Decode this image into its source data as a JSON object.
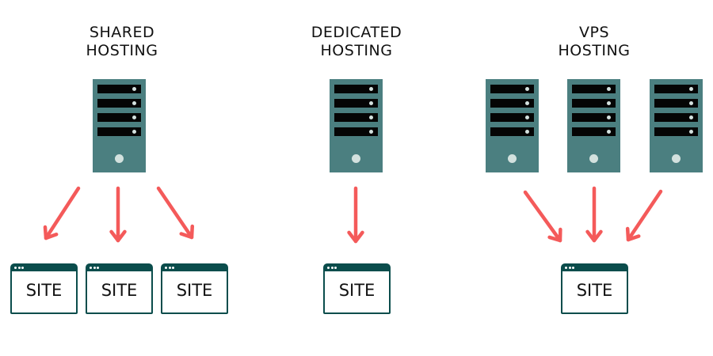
{
  "colors": {
    "server": "#4b7f80",
    "slot": "#050505",
    "led": "#d3e1de",
    "site_frame": "#0b4d4c",
    "arrow": "#f45a5a"
  },
  "columns": [
    {
      "id": "shared",
      "title": "SHARED\nHOSTING",
      "server_count": 1,
      "sites": [
        "SITE",
        "SITE",
        "SITE"
      ],
      "relationship": "one server to many sites"
    },
    {
      "id": "dedicated",
      "title": "DEDICATED\nHOSTING",
      "server_count": 1,
      "sites": [
        "SITE"
      ],
      "relationship": "one server to one site"
    },
    {
      "id": "vps",
      "title": "VPS\nHOSTING",
      "server_count": 3,
      "sites": [
        "SITE"
      ],
      "relationship": "many servers to one site"
    }
  ],
  "icons": {
    "server": "server-tower-icon",
    "site": "browser-window-icon",
    "arrow": "arrow-icon"
  }
}
